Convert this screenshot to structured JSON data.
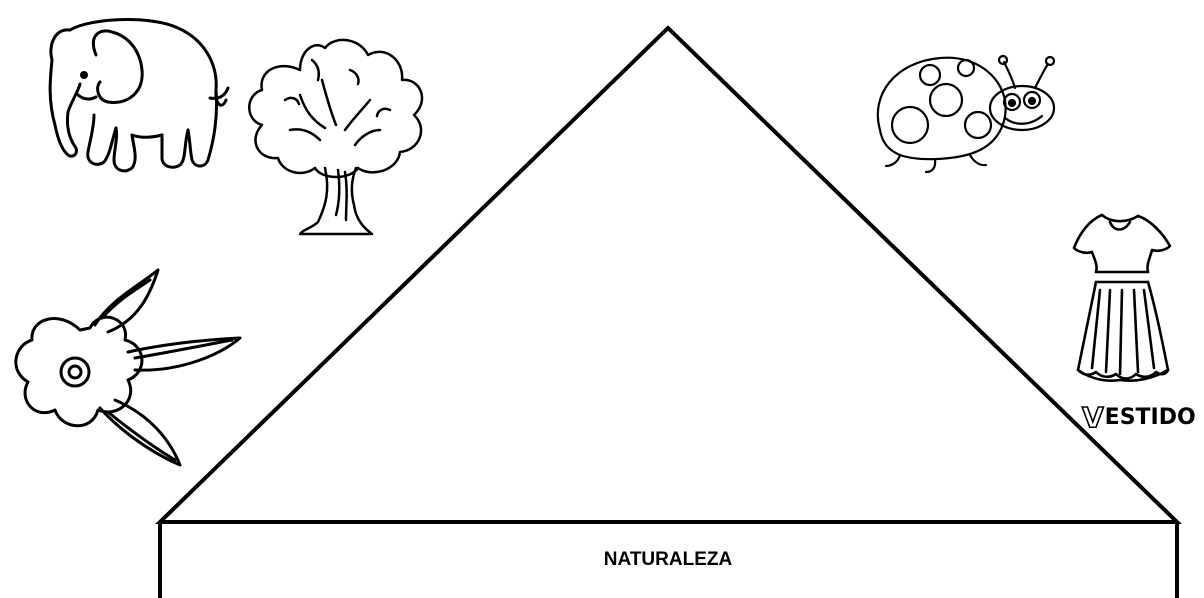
{
  "diagram": {
    "base_label": "NATURALEZA",
    "dress_label_first": "V",
    "dress_label_rest": "ESTIDO"
  },
  "pictures": [
    "elephant-icon",
    "tree-icon",
    "ladybug-icon",
    "flower-icon",
    "dress-icon"
  ],
  "colors": {
    "line": "#000000",
    "background": "#ffffff"
  }
}
